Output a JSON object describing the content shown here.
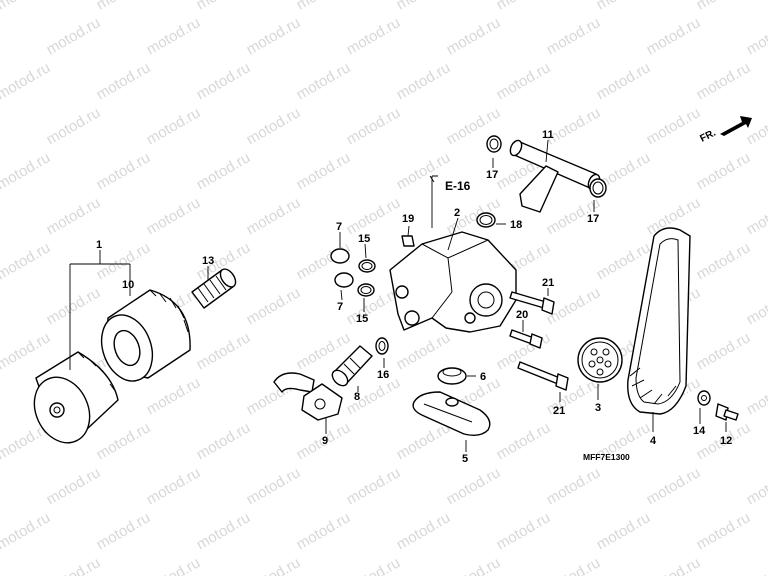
{
  "watermark": "motod.ru",
  "diagram_code": "MFF7E1300",
  "section_ref": "E-16",
  "front_label": "FR.",
  "callouts": {
    "c1": "1",
    "c2": "2",
    "c3": "3",
    "c4": "4",
    "c5": "5",
    "c6": "6",
    "c7a": "7",
    "c7b": "7",
    "c8": "8",
    "c9": "9",
    "c10": "10",
    "c11": "11",
    "c12": "12",
    "c13": "13",
    "c14": "14",
    "c15a": "15",
    "c15b": "15",
    "c16": "16",
    "c17a": "17",
    "c17b": "17",
    "c18": "18",
    "c19": "19",
    "c20": "20",
    "c21a": "21",
    "c21b": "21"
  }
}
